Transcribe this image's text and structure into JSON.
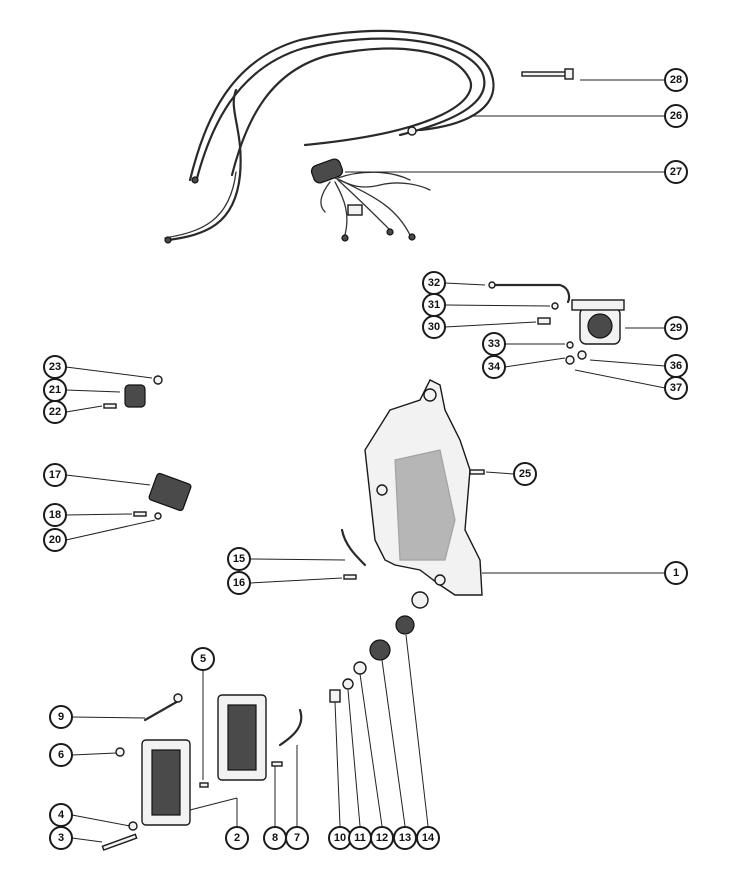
{
  "callouts": [
    {
      "label": "28"
    },
    {
      "label": "26"
    },
    {
      "label": "27"
    },
    {
      "label": "32"
    },
    {
      "label": "31"
    },
    {
      "label": "30"
    },
    {
      "label": "29"
    },
    {
      "label": "33"
    },
    {
      "label": "34"
    },
    {
      "label": "36"
    },
    {
      "label": "37"
    },
    {
      "label": "23"
    },
    {
      "label": "21"
    },
    {
      "label": "22"
    },
    {
      "label": "25"
    },
    {
      "label": "17"
    },
    {
      "label": "18"
    },
    {
      "label": "20"
    },
    {
      "label": "15"
    },
    {
      "label": "16"
    },
    {
      "label": "1"
    },
    {
      "label": "5"
    },
    {
      "label": "9"
    },
    {
      "label": "6"
    },
    {
      "label": "4"
    },
    {
      "label": "3"
    },
    {
      "label": "2"
    },
    {
      "label": "8"
    },
    {
      "label": "7"
    },
    {
      "label": "10"
    },
    {
      "label": "11"
    },
    {
      "label": "12"
    },
    {
      "label": "13"
    },
    {
      "label": "14"
    }
  ]
}
